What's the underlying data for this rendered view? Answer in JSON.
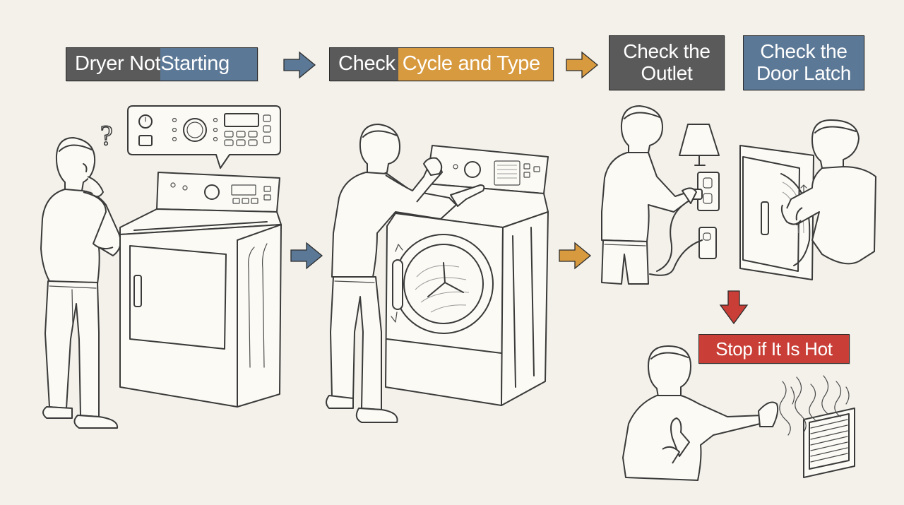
{
  "steps": {
    "step1": {
      "label_part_a": "Dryer Not ",
      "label_part_b": "Starting"
    },
    "step2": {
      "label_part_a": "Check ",
      "label_part_b": "Cycle and Type"
    },
    "step3": {
      "label_line1": "Check the",
      "label_line2": "Outlet"
    },
    "step4": {
      "label_line1": "Check the",
      "label_line2": "Door Latch"
    },
    "step5": {
      "label": "Stop if It Is Hot"
    }
  },
  "colors": {
    "background": "#f3f1ea",
    "label_gray": "#5a5a5a",
    "label_blue": "#5b7896",
    "label_orange": "#d79a3f",
    "label_red": "#c93f37",
    "arrow_blue": "#5b7896",
    "arrow_orange": "#d79a3f",
    "arrow_red": "#c93f37",
    "line": "#3a3a3a"
  },
  "icons": [
    "question-mark-icon",
    "power-icon",
    "dial-icon",
    "lamp-icon",
    "power-plug-icon",
    "wall-outlet-icon",
    "heat-vent-icon",
    "steam-icon"
  ]
}
